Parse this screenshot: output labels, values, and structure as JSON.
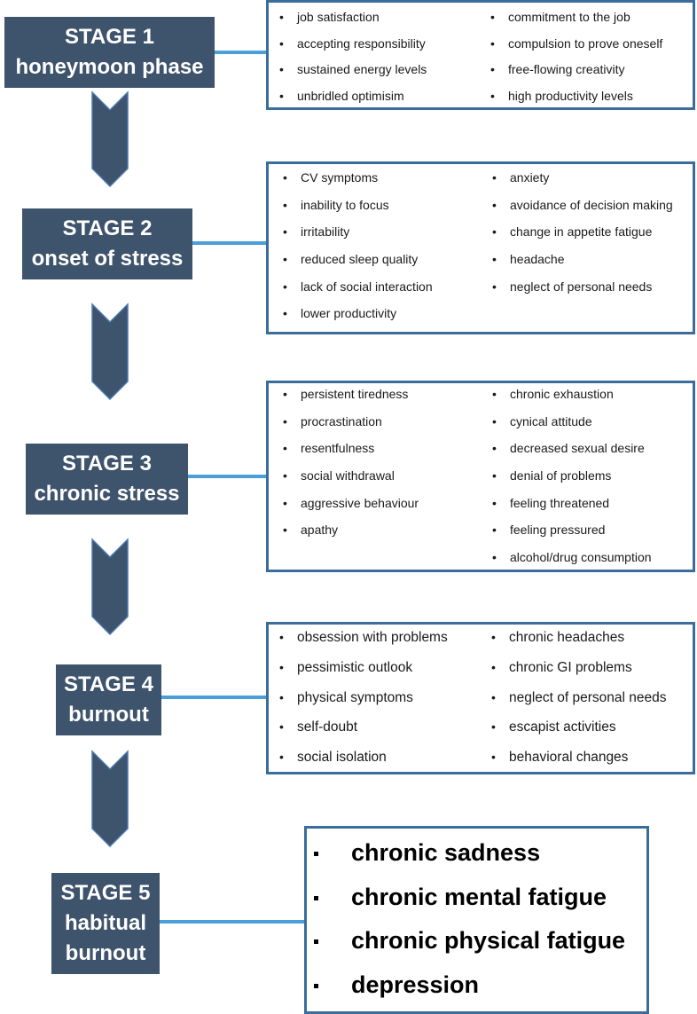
{
  "stages": [
    {
      "title": "STAGE 1",
      "subtitle": "honeymoon phase",
      "left": [
        "job satisfaction",
        "accepting responsibility",
        "sustained energy levels",
        "unbridled optimisim"
      ],
      "right": [
        "commitment to the job",
        "compulsion to prove oneself",
        "free-flowing creativity",
        "high productivity levels"
      ]
    },
    {
      "title": "STAGE 2",
      "subtitle": "onset of stress",
      "left": [
        "CV symptoms",
        "inability to focus",
        "irritability",
        "reduced sleep quality",
        "lack of social interaction",
        "lower productivity"
      ],
      "right": [
        "anxiety",
        "avoidance of decision making",
        "change in appetite fatigue",
        "headache",
        "neglect of personal needs"
      ]
    },
    {
      "title": "STAGE 3",
      "subtitle": "chronic stress",
      "left": [
        "persistent tiredness",
        "procrastination",
        "resentfulness",
        "social withdrawal",
        "aggressive behaviour",
        "apathy"
      ],
      "right": [
        "chronic exhaustion",
        "cynical attitude",
        "decreased sexual desire",
        "denial of problems",
        "feeling threatened",
        "feeling pressured",
        "alcohol/drug consumption"
      ]
    },
    {
      "title": "STAGE 4",
      "subtitle": "burnout",
      "left": [
        "obsession with problems",
        "pessimistic outlook",
        "physical symptoms",
        "self-doubt",
        "social isolation"
      ],
      "right": [
        "chronic headaches",
        "chronic GI problems",
        "neglect of personal needs",
        "escapist activities",
        "behavioral changes"
      ]
    },
    {
      "title": "STAGE 5",
      "subtitle_lines": [
        "habitual",
        "burnout"
      ],
      "items": [
        "chronic sadness",
        "chronic mental fatigue",
        "chronic physical fatigue",
        "depression"
      ]
    }
  ],
  "colors": {
    "stage_fill": "#3e536c",
    "box_border": "#3a6d9c",
    "connector": "#4a9fd8",
    "arrow_fill": "#3e536c",
    "arrow_stroke": "#4a78b0"
  }
}
